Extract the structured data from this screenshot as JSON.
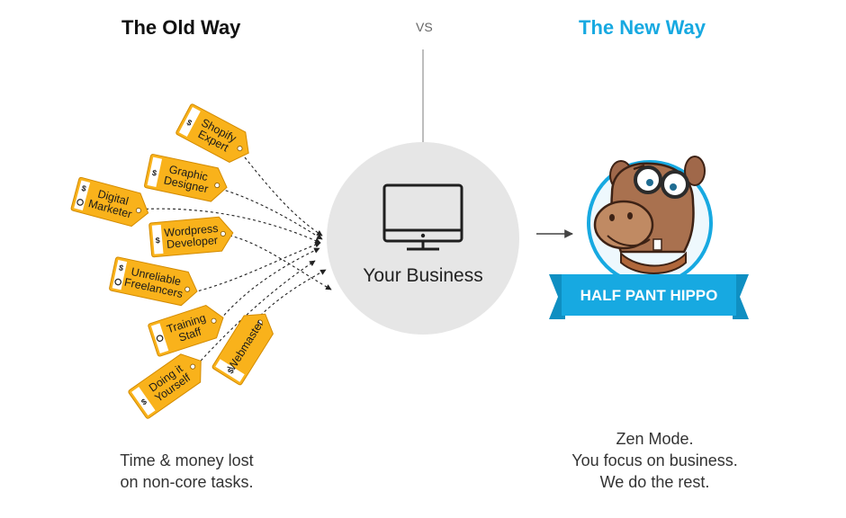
{
  "header": {
    "old_title": "The Old Way",
    "vs": "VS",
    "new_title": "The New Way"
  },
  "tags": [
    {
      "lines": [
        "Shopify",
        "Expert"
      ]
    },
    {
      "lines": [
        "Graphic",
        "Designer"
      ]
    },
    {
      "lines": [
        "Digital",
        "Marketer"
      ]
    },
    {
      "lines": [
        "Wordpress",
        "Developer"
      ]
    },
    {
      "lines": [
        "Unreliable",
        "Freelancers"
      ]
    },
    {
      "lines": [
        "Training",
        "Staff"
      ]
    },
    {
      "lines": [
        "Doing it",
        "Yourself"
      ]
    },
    {
      "lines": [
        "Webmaster"
      ]
    }
  ],
  "center": {
    "label": "Your Business",
    "icon": "monitor-icon"
  },
  "brand": {
    "name": "HALF PANT HIPPO",
    "mascot": "hippo-mascot-icon"
  },
  "captions": {
    "old": [
      "Time & money lost",
      "on non-core tasks."
    ],
    "new": [
      "Zen Mode.",
      "You focus on business.",
      "We do the rest."
    ]
  },
  "colors": {
    "tag_fill": "#f9b21b",
    "tag_stroke": "#d38b00",
    "accent_blue": "#17a9e1",
    "circle_gray": "#e6e6e6"
  }
}
